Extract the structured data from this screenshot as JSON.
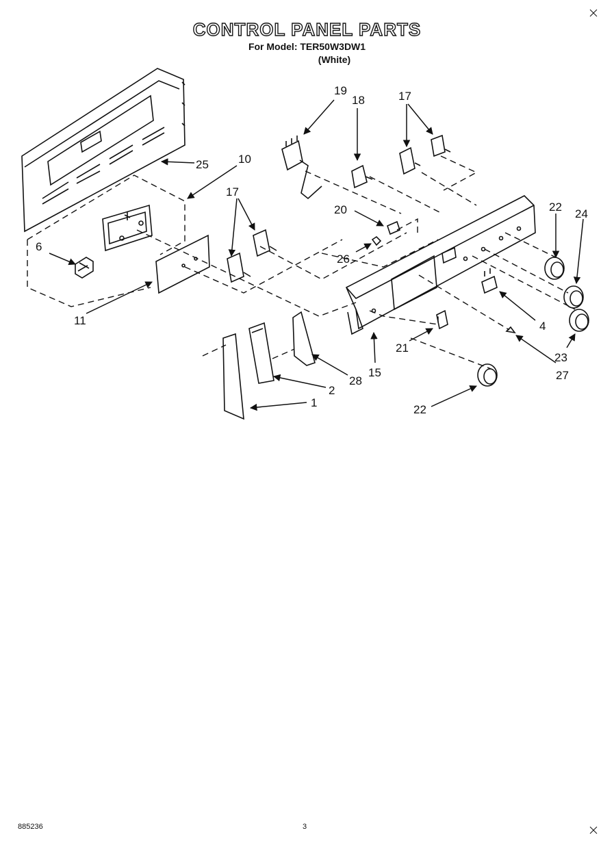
{
  "header": {
    "title": "CONTROL PANEL PARTS",
    "model_line": "For Model: TER50W3DW1",
    "color_line": "(White)"
  },
  "footer": {
    "doc_number": "885236",
    "page_number": "3"
  },
  "callouts": {
    "c19": "19",
    "c18": "18",
    "c17_top": "17",
    "c25": "25",
    "c10": "10",
    "c17_mid": "17",
    "c20": "20",
    "c22_top": "22",
    "c24": "24",
    "c6": "6",
    "c26": "26",
    "c4": "4",
    "c11": "11",
    "c21": "21",
    "c23": "23",
    "c15": "15",
    "c27": "27",
    "c28": "28",
    "c2": "2",
    "c1": "1",
    "c22_bottom": "22"
  }
}
